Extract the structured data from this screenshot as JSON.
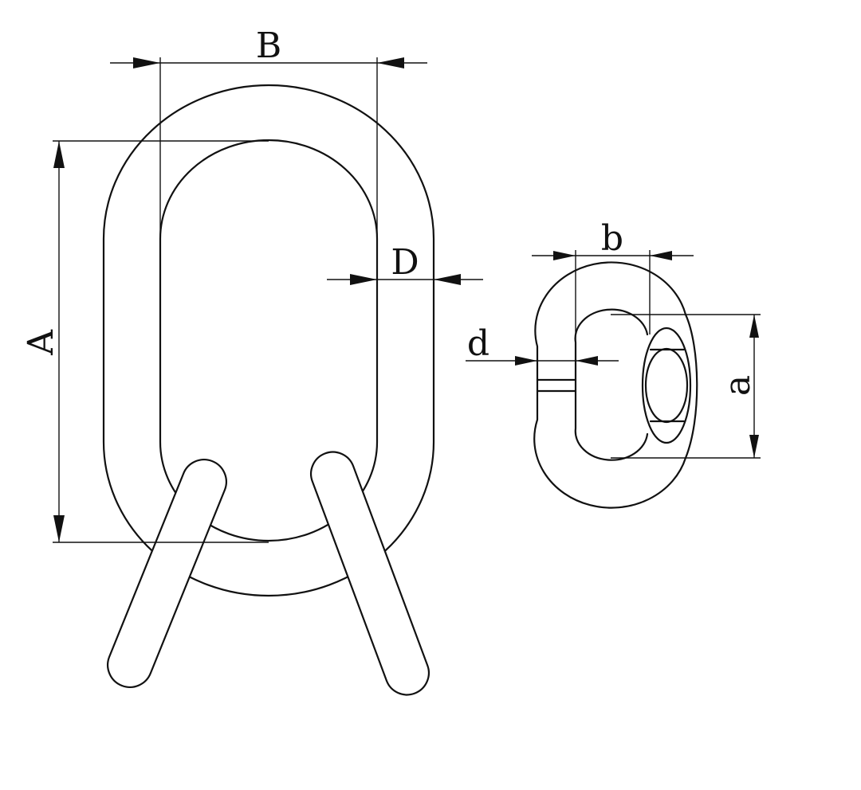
{
  "diagram": {
    "master_link": {
      "dimensions": {
        "length": "A",
        "width": "B",
        "diameter": "D"
      }
    },
    "connecting_link": {
      "dimensions": {
        "width": "b",
        "diameter": "d",
        "length": "a"
      }
    },
    "line_color": "#111111",
    "background": "#ffffff"
  }
}
